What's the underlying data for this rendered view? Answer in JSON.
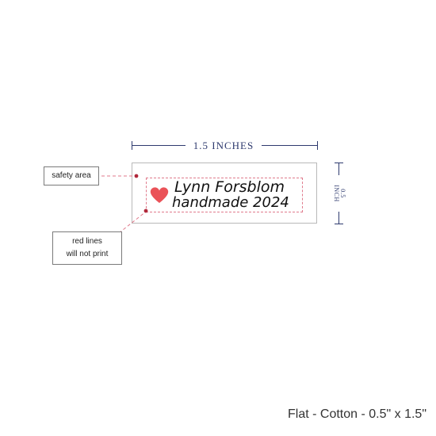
{
  "dimensions": {
    "width_label": "1.5 INCHES",
    "height_value": "0.5",
    "height_unit": "INCH"
  },
  "label": {
    "line1": "Lynn Forsblom",
    "line2": "handmade 2024",
    "icon": "heart-icon",
    "heart_color": "#e8434a"
  },
  "callouts": {
    "safety_area": "safety area",
    "red_lines_1": "red lines",
    "red_lines_2": "will not print"
  },
  "footer": {
    "product": "Flat - Cotton - 0.5\" x 1.5\""
  },
  "colors": {
    "dimension": "#2e3a6e",
    "safety_line": "#e07a8c",
    "marker": "#b0283a"
  }
}
